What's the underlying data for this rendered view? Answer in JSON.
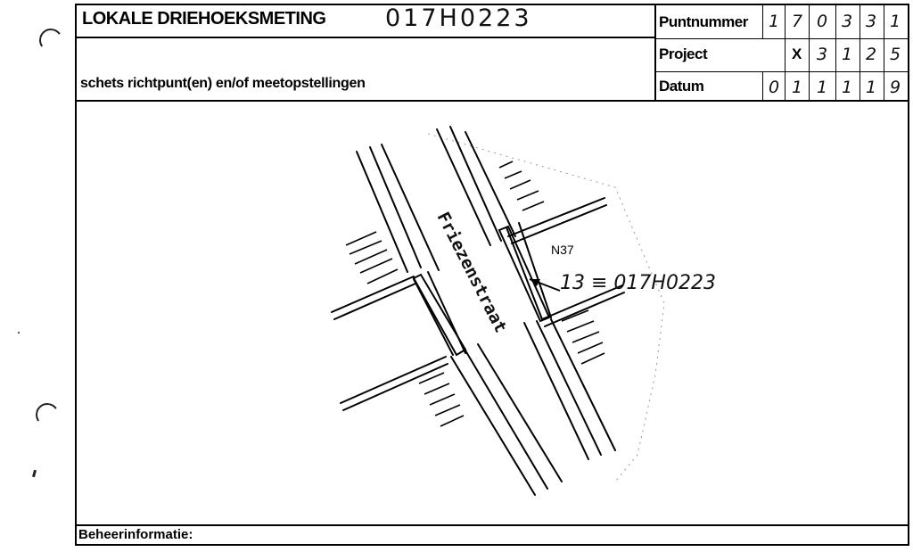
{
  "form": {
    "title": "LOKALE DRIEHOEKSMETING",
    "doc_code": "017H0223",
    "subtitle": "schets richtpunt(en) en/of meetopstellingen",
    "footer_label": "Beheerinformatie:"
  },
  "fields": {
    "puntnummer": {
      "label": "Puntnummer",
      "digits": [
        "1",
        "7",
        "0",
        "3",
        "3",
        "1"
      ]
    },
    "project": {
      "label": "Project",
      "marker": "X",
      "digits": [
        "3",
        "1",
        "2",
        "5"
      ]
    },
    "datum": {
      "label": "Datum",
      "digits": [
        "0",
        "1",
        "1",
        "1",
        "1",
        "9"
      ]
    }
  },
  "sketch": {
    "street_name": "Friezenstraat",
    "road_number": "N37",
    "point_annotation": "13 ≡ 017H0223"
  }
}
